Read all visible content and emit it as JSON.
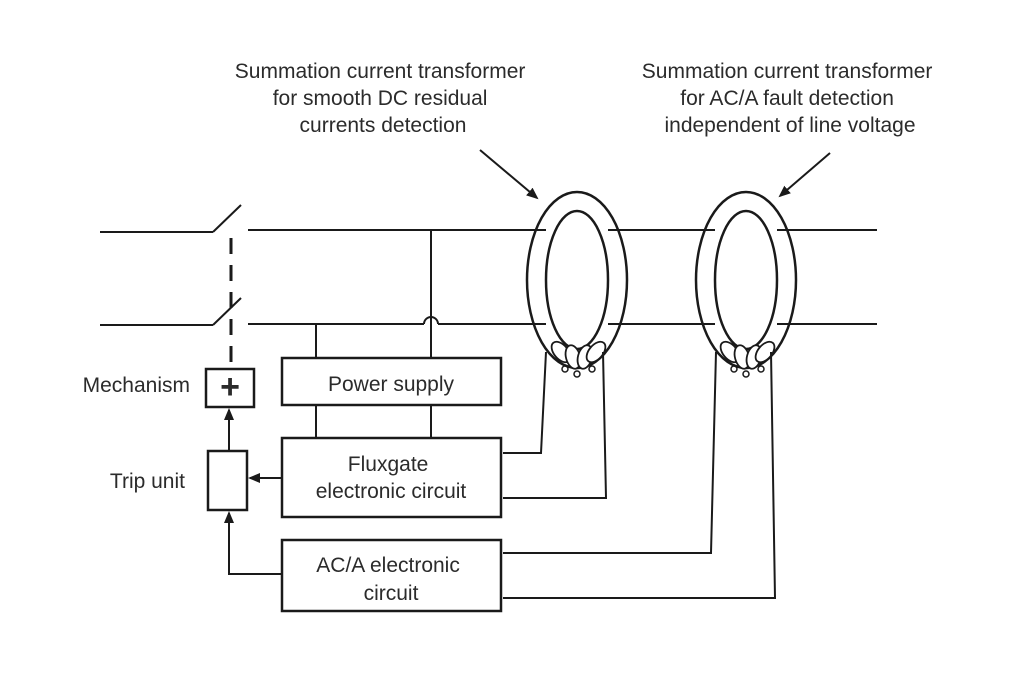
{
  "annotations": {
    "dc_transformer": [
      "Summation current transformer",
      "for smooth DC residual",
      "currents detection"
    ],
    "ac_transformer": [
      "Summation current transformer",
      "for AC/A fault detection",
      "independent of line voltage"
    ]
  },
  "labels": {
    "mechanism": "Mechanism",
    "trip_unit": "Trip unit",
    "mechanism_symbol": "+"
  },
  "blocks": {
    "power_supply": [
      "Power supply"
    ],
    "fluxgate": [
      "Fluxgate",
      "electronic circuit"
    ],
    "aca": [
      "AC/A electronic",
      "circuit"
    ]
  },
  "colors": {
    "line": "#1a1a1a",
    "text": "#2b2b2b",
    "background": "#ffffff"
  }
}
